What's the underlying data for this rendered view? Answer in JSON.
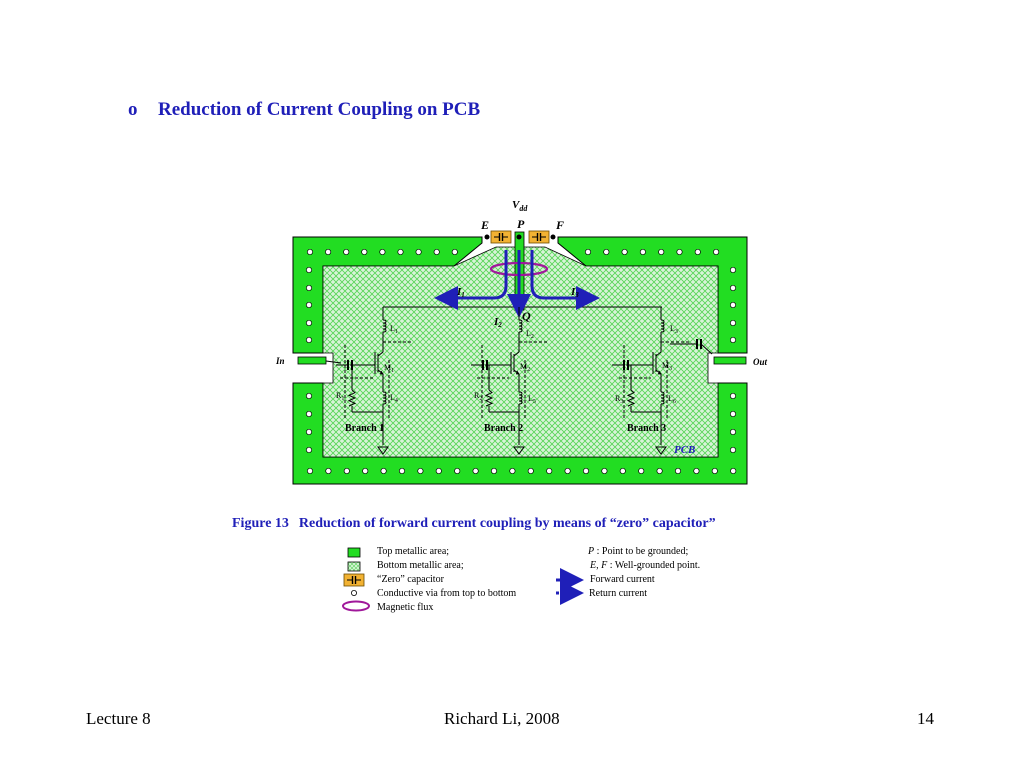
{
  "heading": {
    "bullet": "o",
    "title": "Reduction of Current Coupling on PCB"
  },
  "diagram": {
    "vdd": "V",
    "vdd_sub": "dd",
    "node_e": "E",
    "node_p": "P",
    "node_f": "F",
    "node_q": "Q",
    "input": "In",
    "output": "Out",
    "board": "PCB",
    "currents": [
      {
        "main": "I",
        "sub": "1"
      },
      {
        "main": "I",
        "sub": "2"
      },
      {
        "main": "I",
        "sub": "3"
      }
    ],
    "branches": [
      {
        "label": "Branch 1",
        "inductor_top": "L",
        "inductor_top_sub": "1",
        "mosfet": "M",
        "mosfet_sub": "1",
        "resistor": "R",
        "resistor_sub": "1",
        "inductor_bottom": "L",
        "inductor_bottom_sub": "4"
      },
      {
        "label": "Branch 2",
        "inductor_top": "L",
        "inductor_top_sub": "2",
        "mosfet": "M",
        "mosfet_sub": "2",
        "resistor": "R",
        "resistor_sub": "2",
        "inductor_bottom": "L",
        "inductor_bottom_sub": "5"
      },
      {
        "label": "Branch 3",
        "inductor_top": "L",
        "inductor_top_sub": "3",
        "mosfet": "M",
        "mosfet_sub": "3",
        "resistor": "R",
        "resistor_sub": "3",
        "inductor_bottom": "L",
        "inductor_bottom_sub": "6"
      }
    ]
  },
  "caption": {
    "number": "Figure 13",
    "text": "Reduction of forward current coupling by means of  “zero” capacitor”"
  },
  "legend": {
    "left": [
      "Top metallic area;",
      "Bottom metallic area;",
      "“Zero” capacitor",
      "Conductive via from top to bottom",
      "Magnetic flux"
    ],
    "right": [
      {
        "term": "P",
        "text": " : Point to be grounded;"
      },
      {
        "term": "E, F",
        "text": " : Well-grounded point."
      },
      {
        "term": "",
        "text": "Forward current"
      },
      {
        "term": "",
        "text": "Return current"
      }
    ]
  },
  "footer": {
    "left": "Lecture 8",
    "center": "Richard Li, 2008",
    "right": "14"
  },
  "colors": {
    "title": "#1f1fb8",
    "top_metal": "#22dd22",
    "bottom_metal": "#cfeecf",
    "capacitor": "#f2b233",
    "current": "#1f1fb8",
    "flux": "#a0189a"
  }
}
